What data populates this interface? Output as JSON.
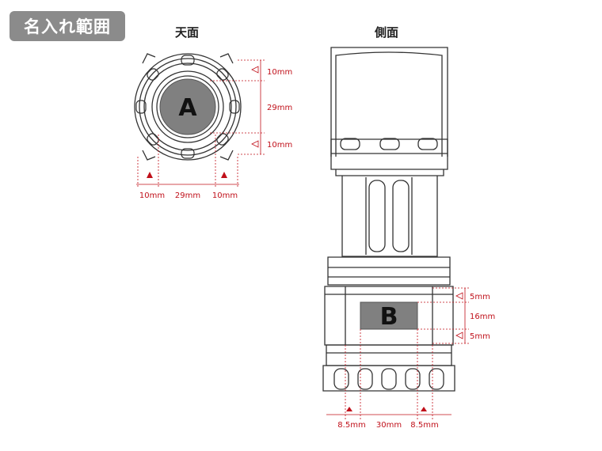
{
  "badge": {
    "label": "名入れ範囲"
  },
  "views": {
    "top": {
      "title": "天面",
      "zone": "A",
      "dim_right": [
        "10mm",
        "29mm",
        "10mm"
      ],
      "dim_bottom": [
        "10mm",
        "29mm",
        "10mm"
      ]
    },
    "side": {
      "title": "側面",
      "zone": "B",
      "dim_right": [
        "5mm",
        "16mm",
        "5mm"
      ],
      "dim_bottom": [
        "8.5mm",
        "30mm",
        "8.5mm"
      ]
    }
  },
  "colors": {
    "dimension": "#c0101a",
    "zone_fill": "#808080",
    "badge": "#8b8b8b",
    "outline": "#333333"
  }
}
